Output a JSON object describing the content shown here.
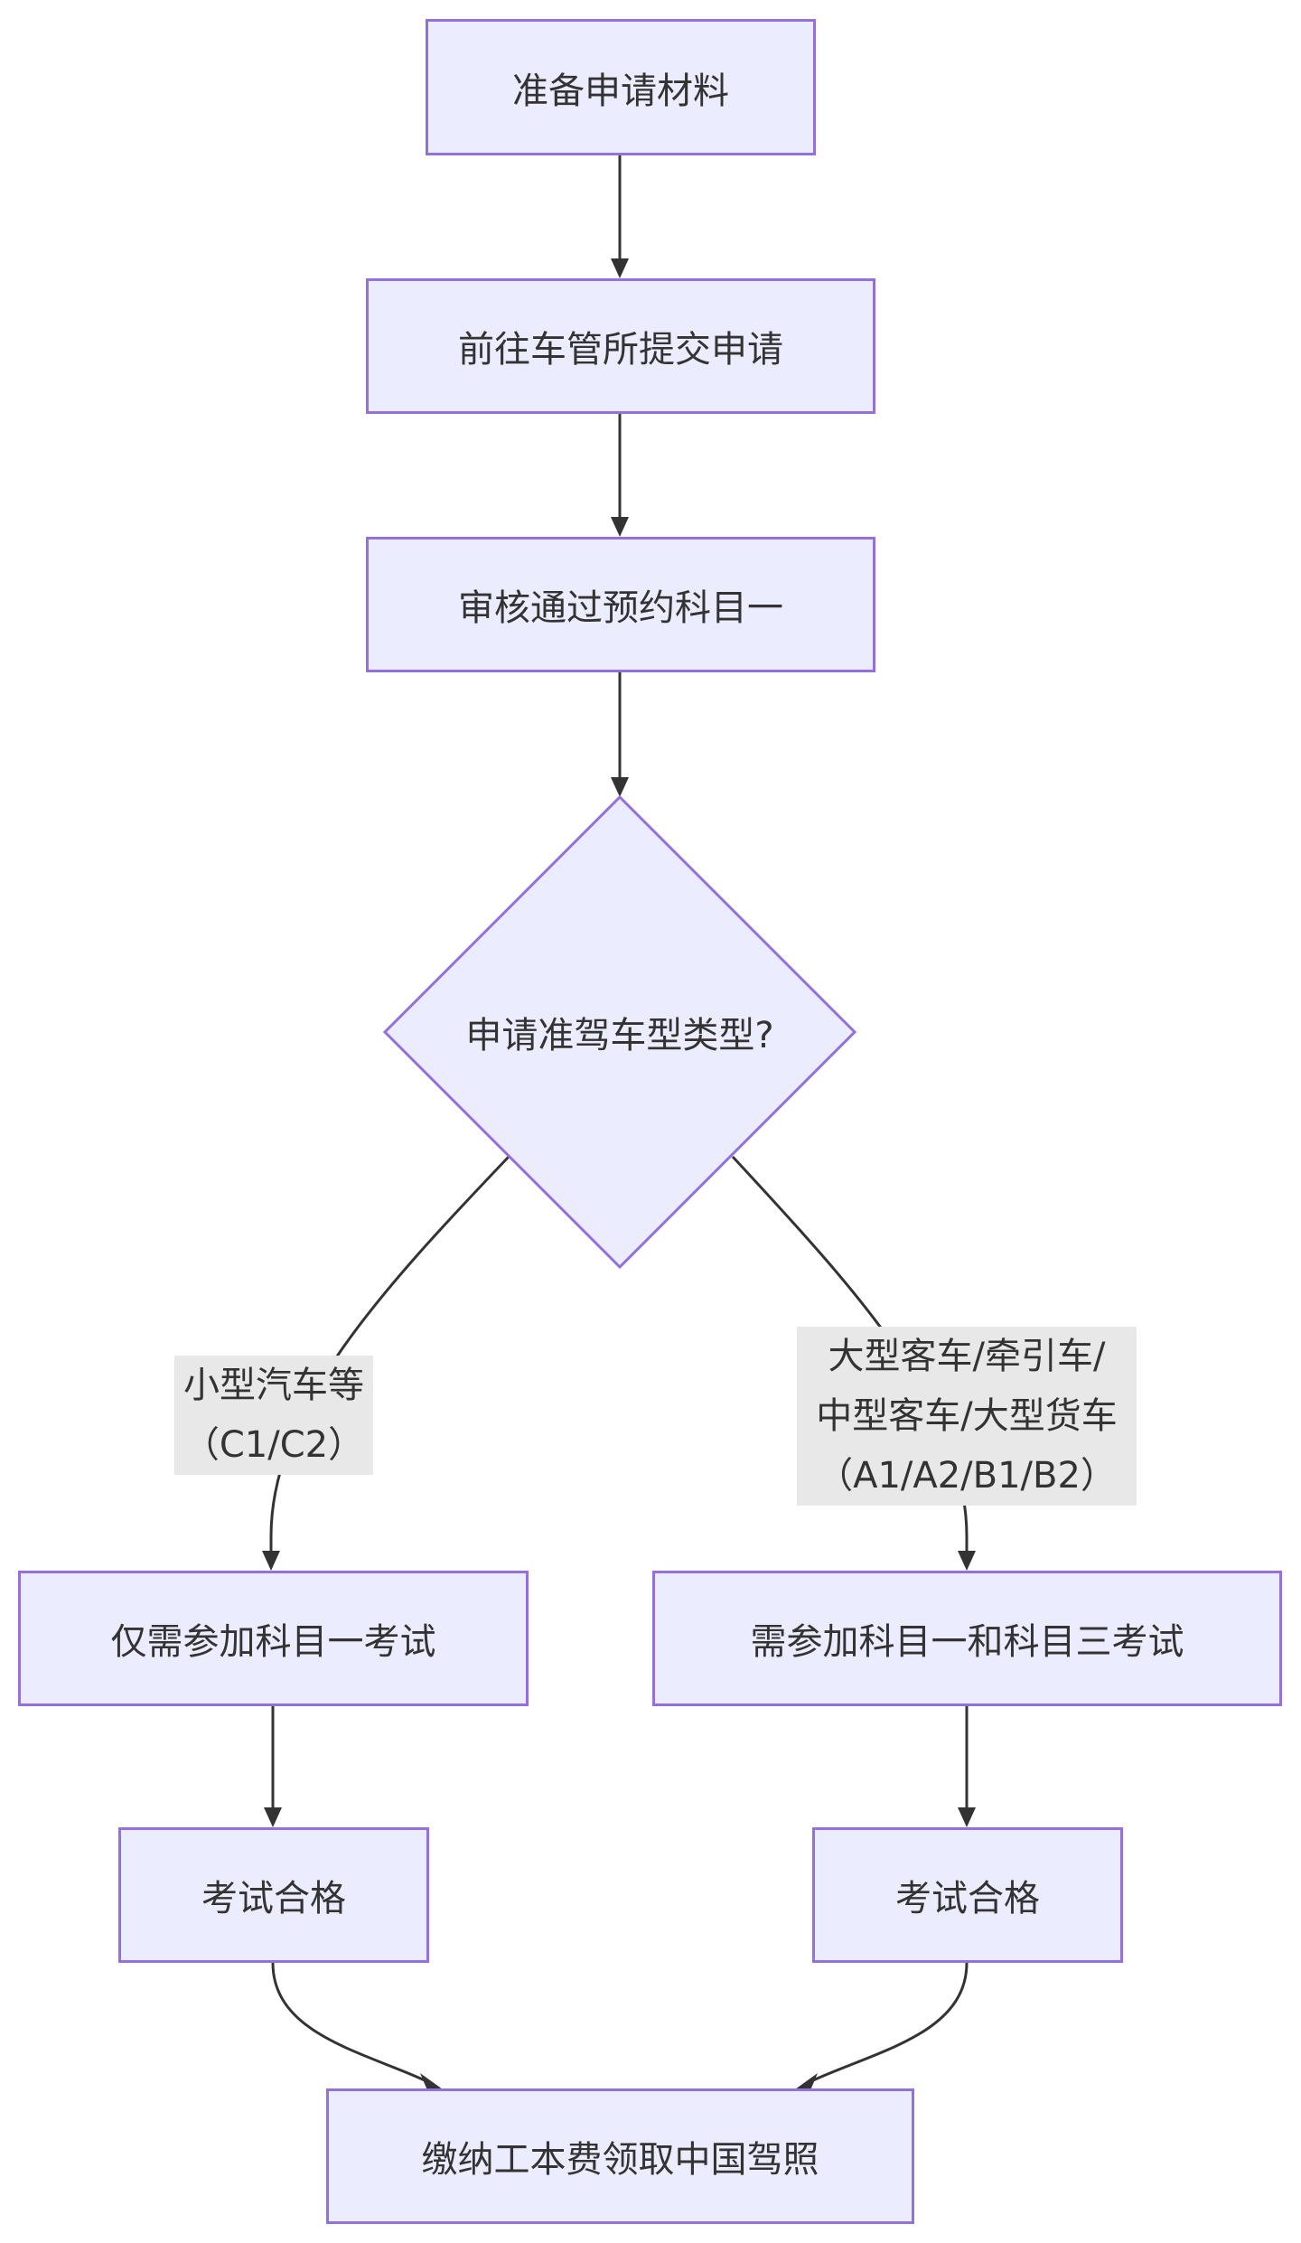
{
  "nodes": {
    "prepare": "准备申请材料",
    "submit": "前往车管所提交申请",
    "review": "审核通过预约科目一",
    "decision": "申请准驾车型类型?",
    "left_exam": "仅需参加科目一考试",
    "right_exam": "需参加科目一和科目三考试",
    "left_pass": "考试合格",
    "right_pass": "考试合格",
    "final": "缴纳工本费领取中国驾照"
  },
  "edge_labels": {
    "left": {
      "line1": "小型汽车等",
      "line2": "（C1/C2）"
    },
    "right": {
      "line1": "大型客车/牵引车/",
      "line2": "中型客车/大型货车",
      "line3": "（A1/A2/B1/B2）"
    }
  },
  "colors": {
    "node_fill": "#ececff",
    "node_border": "#9370db",
    "edge": "#333333",
    "label_bg": "#e8e8e8",
    "text": "#333333"
  }
}
